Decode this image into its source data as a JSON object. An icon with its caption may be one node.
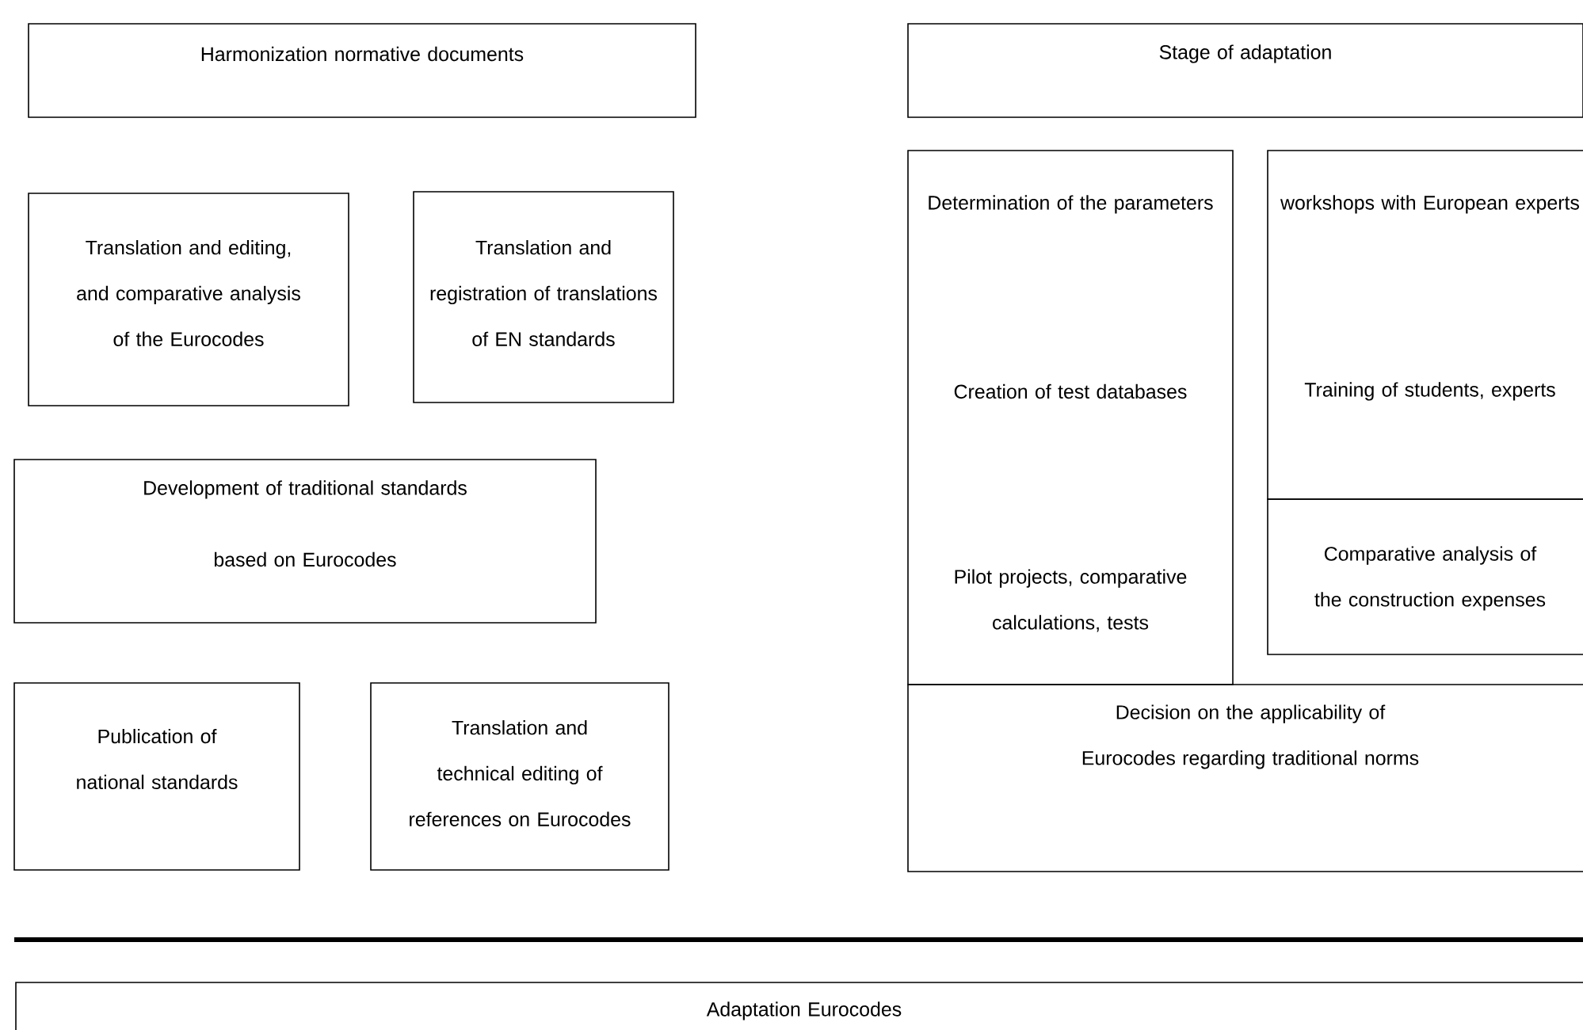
{
  "diagram": {
    "nodes": [
      {
        "text": [
          "Harmonization normative documents"
        ]
      },
      {
        "text": [
          "Translation and editing, and comparative analysis of the Eurocodes"
        ]
      },
      {
        "text": [
          "Translation and registration of translations of EN standards"
        ]
      },
      {
        "text": [
          "Development of traditional standards",
          "based on Eurocodes"
        ]
      },
      {
        "text": [
          "Publication of national standards"
        ]
      },
      {
        "text": [
          "Translation and technical editing of references on Eurocodes"
        ]
      },
      {
        "text": [
          "Stage of adaptation"
        ]
      },
      {
        "text": [
          "Determination of the parameters",
          "Creation of test databases",
          "Pilot projects, comparative calculations, tests"
        ]
      },
      {
        "text": [
          "workshops with European experts",
          "Training of students, experts"
        ]
      },
      {
        "text": [
          "Comparative analysis of the construction expenses"
        ]
      },
      {
        "text": [
          "Decision on the applicability of Eurocodes regarding traditional norms"
        ]
      },
      {
        "text": [
          "Adaptation Eurocodes"
        ]
      }
    ],
    "edges": []
  }
}
